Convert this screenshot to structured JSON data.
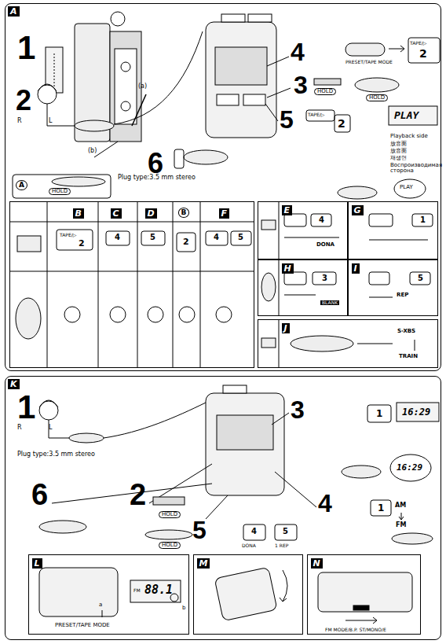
{
  "diagram": {
    "nodes": [
      {
        "text": [
          "A"
        ]
      },
      {
        "text": [
          "B",
          "C",
          "D",
          "B",
          "F"
        ],
        "in": 0
      },
      {
        "text": [
          "E"
        ],
        "in": 0
      },
      {
        "text": [
          "G"
        ],
        "in": 0
      },
      {
        "text": [
          "H"
        ],
        "in": 0
      },
      {
        "text": [
          "I"
        ],
        "in": 0
      },
      {
        "text": [
          "J"
        ],
        "in": 0
      },
      {
        "text": [
          "K"
        ]
      },
      {
        "text": [
          "L"
        ],
        "in": 7
      },
      {
        "text": [
          "M"
        ],
        "in": 7
      },
      {
        "text": [
          "N"
        ],
        "in": 7
      }
    ],
    "labels": [
      "1",
      "2",
      "R",
      "L",
      "(a)",
      "(b)",
      "Plug type:3.5 mm stereo",
      "A",
      "HOLD",
      "4",
      "3",
      "HOLD",
      "HOLD",
      "5",
      "TAPE/▷",
      "2",
      "6",
      "PRESET/TAPE MODE",
      "TAPE/▷",
      "2",
      "PLAY",
      "Playback side",
      "放音面",
      "放音面",
      "재생면",
      "Воспроизводимая сторона",
      "PLAY",
      "TAPE/▷",
      "2",
      "4",
      "5",
      "2",
      "4",
      "5",
      "4",
      "DONA",
      "1",
      "3",
      "BLANK",
      "5",
      "REP",
      "S-XBS",
      "TRAIN",
      "1",
      "R",
      "L",
      "Plug type:3.5 mm stereo",
      "3",
      "1",
      "16:29",
      "16:29",
      "AM",
      "FM",
      "2",
      "HOLD",
      "HOLD",
      "6",
      "5",
      "4",
      "1",
      "4",
      "5",
      "DONA",
      "1 REP",
      "FM",
      "88.1",
      "PRESET/TAPE MODE",
      "a",
      "b",
      "FM MODE/B.P. ST/MONO/E"
    ]
  }
}
